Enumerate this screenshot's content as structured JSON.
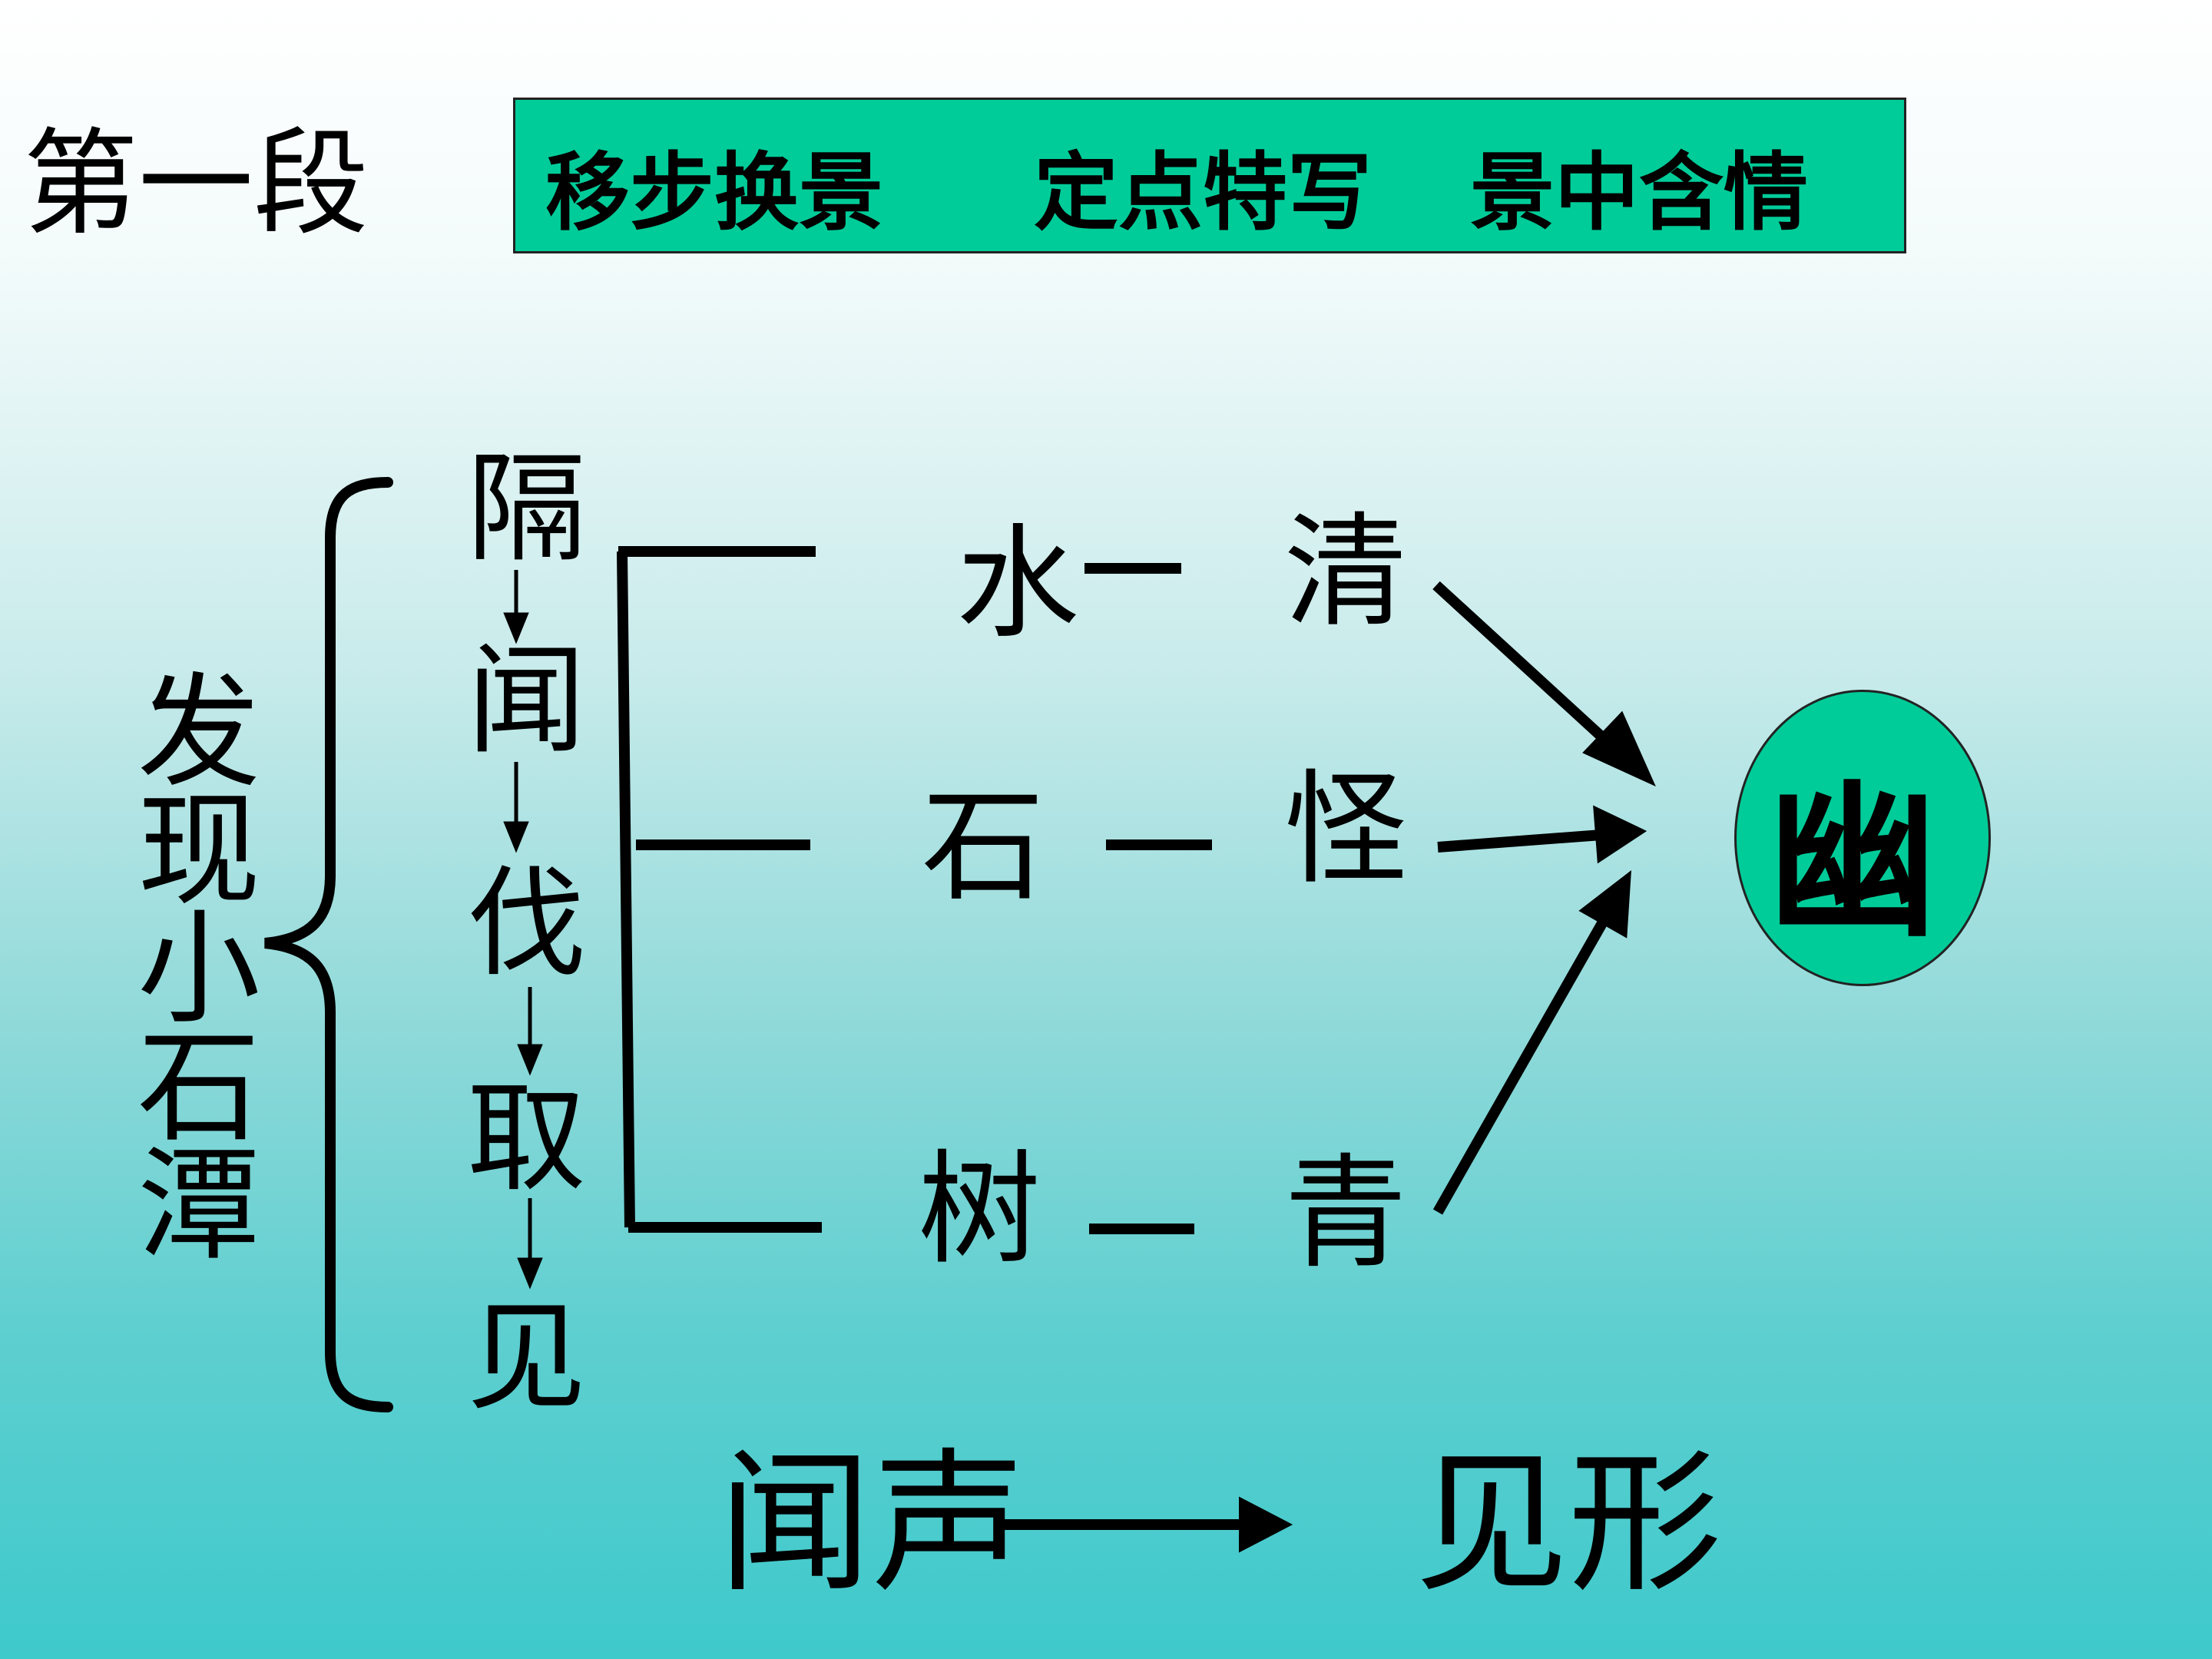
{
  "title": "第一段",
  "summary": {
    "item1": "移步换景",
    "item2": "定点特写",
    "item3": "景中含情"
  },
  "side_label": "发现小石潭",
  "sequence": [
    "隔",
    "闻",
    "伐",
    "取",
    "见"
  ],
  "scenes": [
    {
      "object": "水",
      "quality": "清"
    },
    {
      "object": "石",
      "quality": "怪"
    },
    {
      "object": "树",
      "quality": "青"
    }
  ],
  "conclusion": "幽",
  "bottom": {
    "left": "闻声",
    "right": "见形"
  },
  "colors": {
    "box_fill": "#00cc99",
    "circle_fill": "#00cc99"
  }
}
